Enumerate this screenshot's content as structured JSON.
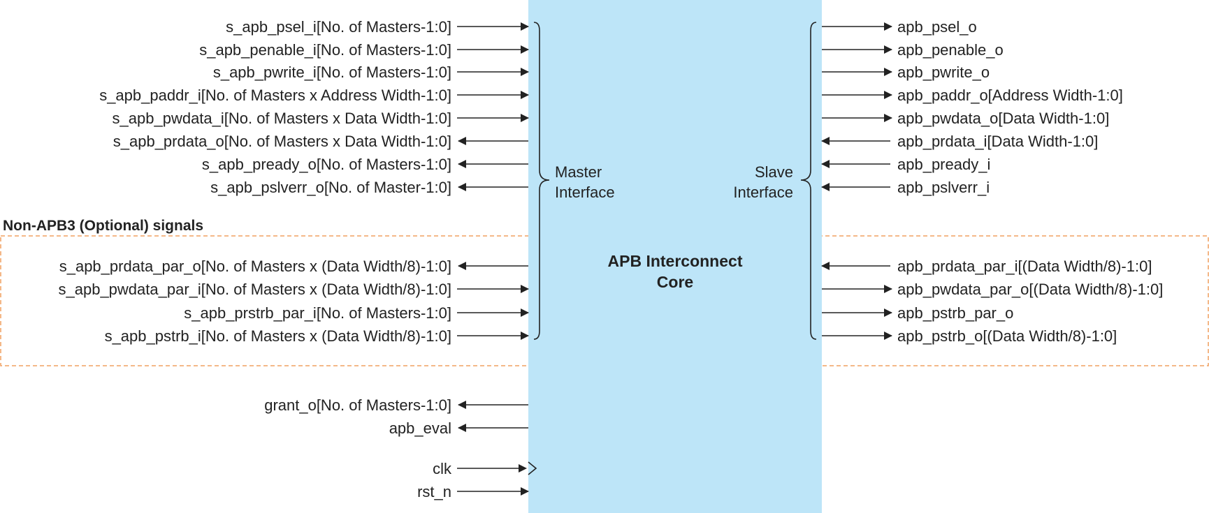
{
  "core": {
    "title_line1": "APB Interconnect",
    "title_line2": "Core",
    "fill": "#bde5f8"
  },
  "master_interface": {
    "line1": "Master",
    "line2": "Interface"
  },
  "slave_interface": {
    "line1": "Slave",
    "line2": "Interface"
  },
  "optional_section": {
    "label": "Non-APB3 (Optional) signals",
    "border_color": "#f0a060"
  },
  "left_signals": [
    {
      "name": "s_apb_psel_i[No. of Masters-1:0]",
      "dir": "in"
    },
    {
      "name": "s_apb_penable_i[No. of Masters-1:0]",
      "dir": "in"
    },
    {
      "name": "s_apb_pwrite_i[No. of Masters-1:0]",
      "dir": "in"
    },
    {
      "name": "s_apb_paddr_i[No. of Masters x Address Width-1:0]",
      "dir": "in"
    },
    {
      "name": "s_apb_pwdata_i[No. of Masters x Data Width-1:0]",
      "dir": "in"
    },
    {
      "name": "s_apb_prdata_o[No. of Masters x Data Width-1:0]",
      "dir": "out"
    },
    {
      "name": "s_apb_pready_o[No. of Masters-1:0]",
      "dir": "out"
    },
    {
      "name": "s_apb_pslverr_o[No. of Master-1:0]",
      "dir": "out"
    },
    {
      "name": "s_apb_prdata_par_o[No. of Masters x (Data Width/8)-1:0]",
      "dir": "out"
    },
    {
      "name": "s_apb_pwdata_par_i[No. of Masters x (Data Width/8)-1:0]",
      "dir": "in"
    },
    {
      "name": "s_apb_prstrb_par_i[No. of Masters-1:0]",
      "dir": "in"
    },
    {
      "name": "s_apb_pstrb_i[No. of Masters x (Data Width/8)-1:0]",
      "dir": "in"
    },
    {
      "name": "grant_o[No. of Masters-1:0]",
      "dir": "out"
    },
    {
      "name": "apb_eval",
      "dir": "out"
    },
    {
      "name": "clk",
      "dir": "clock"
    },
    {
      "name": "rst_n",
      "dir": "in"
    }
  ],
  "right_signals": [
    {
      "name": "apb_psel_o",
      "dir": "out"
    },
    {
      "name": "apb_penable_o",
      "dir": "out"
    },
    {
      "name": "apb_pwrite_o",
      "dir": "out"
    },
    {
      "name": "apb_paddr_o[Address Width-1:0]",
      "dir": "out"
    },
    {
      "name": "apb_pwdata_o[Data Width-1:0]",
      "dir": "out"
    },
    {
      "name": "apb_prdata_i[Data Width-1:0]",
      "dir": "in"
    },
    {
      "name": "apb_pready_i",
      "dir": "in"
    },
    {
      "name": "apb_pslverr_i",
      "dir": "in"
    },
    {
      "name": "apb_prdata_par_i[(Data Width/8)-1:0]",
      "dir": "in"
    },
    {
      "name": "apb_pwdata_par_o[(Data Width/8)-1:0]",
      "dir": "out"
    },
    {
      "name": "apb_pstrb_par_o",
      "dir": "out"
    },
    {
      "name": "apb_pstrb_o[(Data Width/8)-1:0]",
      "dir": "out"
    }
  ]
}
